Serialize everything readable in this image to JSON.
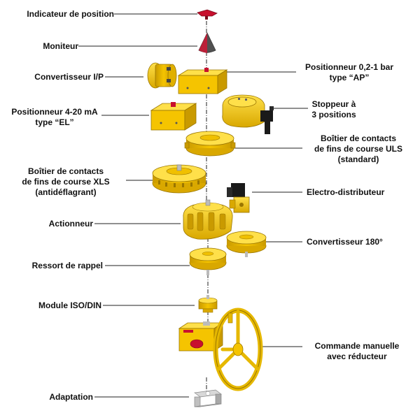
{
  "labels": {
    "position_indicator": "Indicateur de position",
    "monitor": "Moniteur",
    "ip_converter": "Convertisseur I/P",
    "positioner_ap": "Positionneur 0,2-1 bar\ntype “AP”",
    "positioner_el": "Positionneur 4-20 mA\ntype “EL”",
    "stopper": "Stoppeur à\n3 positions",
    "uls_switch_box": "Boîtier de contacts\nde fins de course ULS\n(standard)",
    "xls_switch_box": "Boîtier de contacts\nde fins de course XLS\n(antidéflagrant)",
    "solenoid_valve": "Electro-distributeur",
    "actuator": "Actionneur",
    "converter_180": "Convertisseur 180°",
    "return_spring": "Ressort de rappel",
    "iso_din_module": "Module ISO/DIN",
    "manual_override": "Commande manuelle\navec réducteur",
    "adaptation": "Adaptation"
  },
  "colors": {
    "body_yellow": "#f5c400",
    "shadow_yellow": "#c99a00",
    "light_yellow": "#ffe04a",
    "red": "#c8102e",
    "dark": "#1a1a1a",
    "grey": "#9a9a9a",
    "line": "#222222"
  }
}
